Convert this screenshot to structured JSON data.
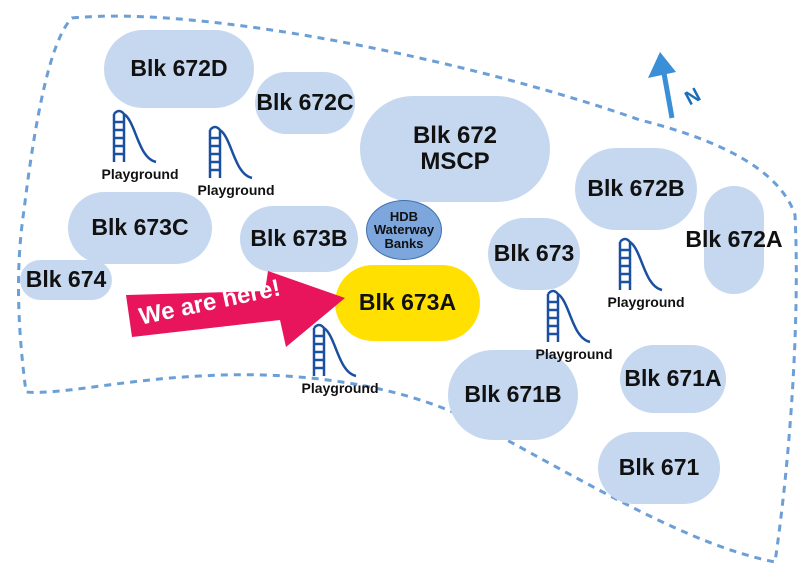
{
  "blocks": {
    "b672d": "Blk 672D",
    "b672c": "Blk 672C",
    "b672_line1": "Blk 672",
    "b672_line2": "MSCP",
    "b673c": "Blk 673C",
    "b673b": "Blk 673B",
    "b674": "Blk 674",
    "b673a": "Blk 673A",
    "b673": "Blk 673",
    "b672b": "Blk 672B",
    "b672a": "Blk 672A",
    "b671b": "Blk 671B",
    "b671a": "Blk 671A",
    "b671": "Blk 671"
  },
  "hdb": {
    "line1": "HDB",
    "line2": "Waterway",
    "line3": "Banks"
  },
  "playground_label": "Playground",
  "marker": {
    "text": "We are here!"
  },
  "north_label": "N",
  "colors": {
    "block_fill": "#c5d8f0",
    "current_block_fill": "#ffe000",
    "marker_fill": "#e8145c",
    "hdb_fill": "#7ca6dc",
    "playground_icon": "#1b4fa0",
    "boundary": "#6b9fd6",
    "north_arrow": "#3a8fd6"
  },
  "icons": {
    "playground": "playground-slide-icon",
    "north": "north-arrow-icon"
  }
}
